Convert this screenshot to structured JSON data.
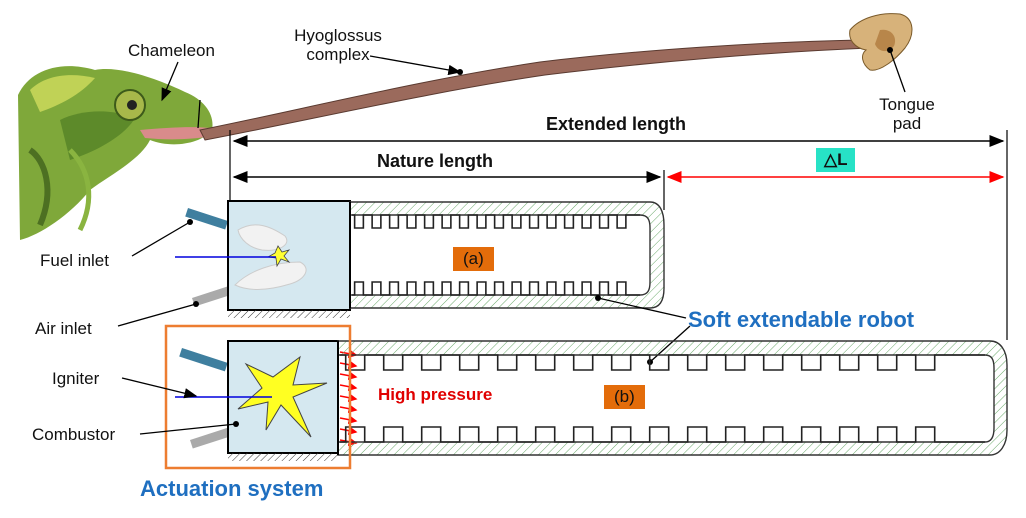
{
  "labels": {
    "chameleon": "Chameleon",
    "hyoglossus_line1": "Hyoglossus",
    "hyoglossus_line2": "complex",
    "tongue_pad_line1": "Tongue",
    "tongue_pad_line2": "pad",
    "extended_length": "Extended length",
    "nature_length": "Nature length",
    "delta_l": "△L",
    "fuel_inlet": "Fuel inlet",
    "air_inlet": "Air inlet",
    "igniter": "Igniter",
    "combustor": "Combustor",
    "tag_a": "(a)",
    "tag_b": "(b)",
    "soft_robot": "Soft extendable robot",
    "high_pressure": "High pressure",
    "actuation_system": "Actuation system"
  },
  "colors": {
    "chamber_fill": "#d5e8f0",
    "tag_bg": "#e36c0a",
    "delta_bg": "#27e2c6",
    "accent_blue": "#1f6fc0",
    "pressure_red": "#e00000",
    "arrow_red": "#ff0000"
  }
}
